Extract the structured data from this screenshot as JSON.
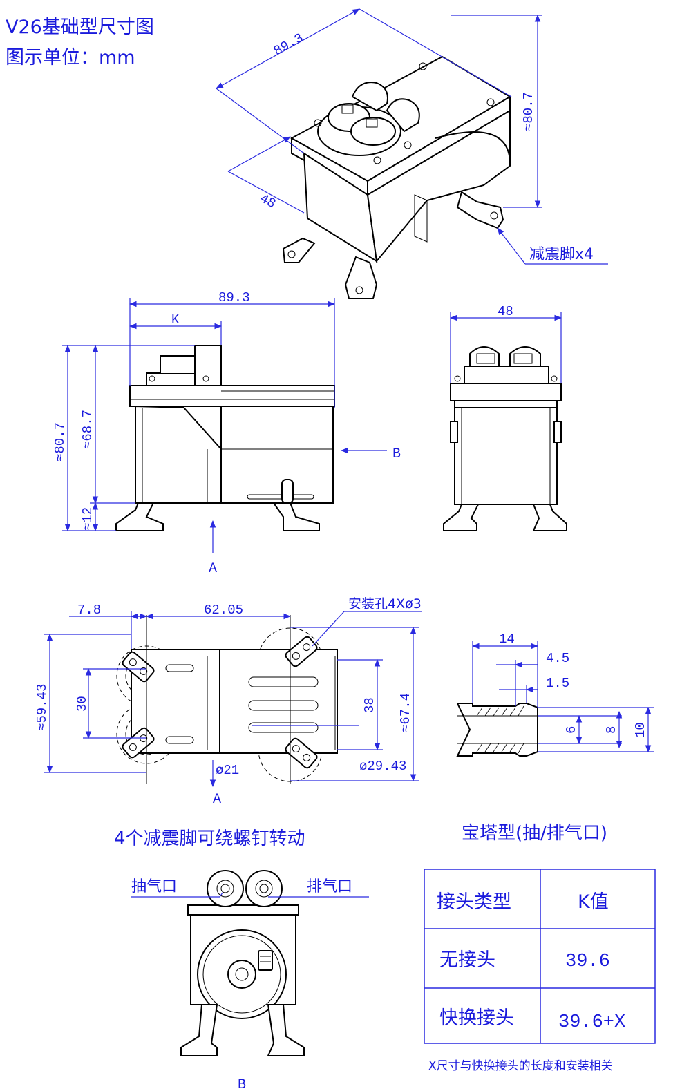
{
  "header": {
    "title": "V26基础型尺寸图",
    "unit": "图示单位：mm"
  },
  "iso_view": {
    "dim_length": "89.3",
    "dim_height": "≈80.7",
    "dim_width": "48",
    "callout_feet": "减震脚x4"
  },
  "side_view": {
    "dim_length": "89.3",
    "dim_k": "K",
    "dim_total_height": "≈80.7",
    "dim_body_height": "≈68.7",
    "dim_foot_height": "≈12",
    "view_arrow_b": "B",
    "view_arrow_a": "A"
  },
  "end_view": {
    "dim_width": "48"
  },
  "bottom_view": {
    "dim_offset": "7.8",
    "dim_hole_spacing": "62.05",
    "dim_inner_span": "30",
    "dim_outer_span": "38",
    "dim_left_height": "≈59.43",
    "dim_right_height": "≈67.4",
    "dim_circle_small": "ø21",
    "dim_circle_large": "ø29.43",
    "callout_holes": "安装孔4Xø3",
    "view_label": "A",
    "caption": "4个减震脚可绕螺钉转动"
  },
  "barb_detail": {
    "dim_length": "14",
    "dim_step1": "4.5",
    "dim_step2": "1.5",
    "dim_d6": "6",
    "dim_d8": "8",
    "dim_d10": "10",
    "caption": "宝塔型(抽/排气口)"
  },
  "front_view": {
    "label_suction": "抽气口",
    "label_exhaust": "排气口",
    "view_label": "B"
  },
  "k_table": {
    "headers": [
      "接头类型",
      "K值"
    ],
    "rows": [
      {
        "type": "无接头",
        "k": "39.6"
      },
      {
        "type": "快换接头",
        "k": "39.6+X"
      }
    ],
    "footnote": "X尺寸与快换接头的长度和安装相关"
  },
  "colors": {
    "dimension_blue": "#1a1adc",
    "outline_black": "#000000"
  }
}
